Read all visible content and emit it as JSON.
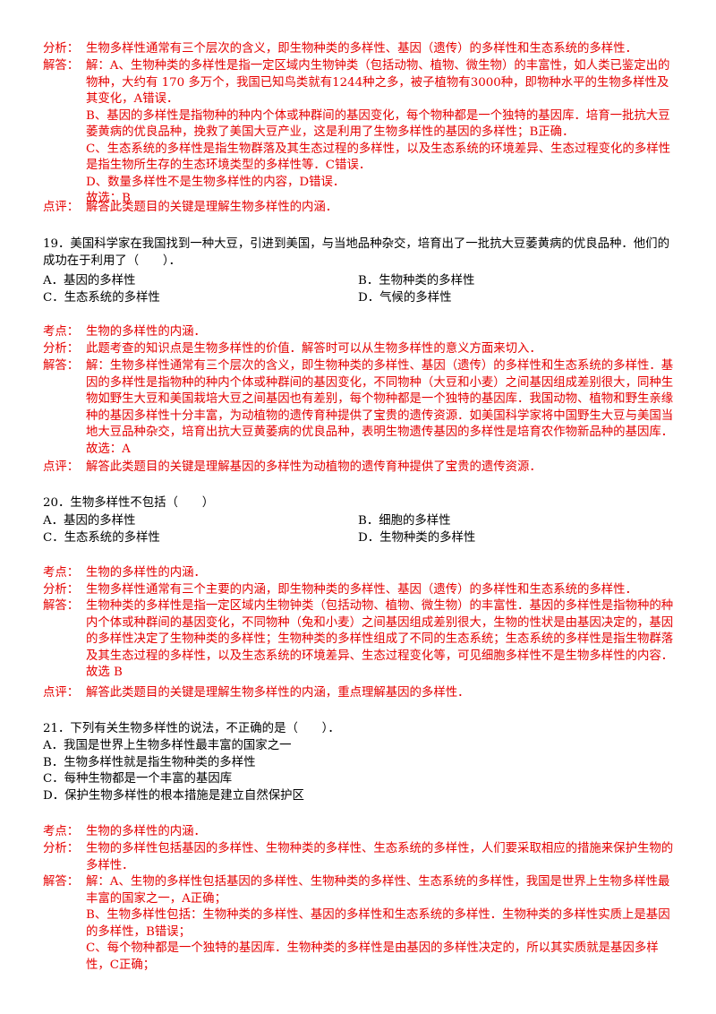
{
  "labels": {
    "analysis": "分析：",
    "answer": "解答：",
    "comment": "点评：",
    "kaodian": "考点："
  },
  "block18": {
    "analysis": "生物多样性通常有三个层次的含义，即生物种类的多样性、基因（遗传）的多样性和生态系统的多样性．",
    "answer": [
      "解：A、生物种类的多样性是指一定区域内生物钟类（包括动物、植物、微生物）的丰富性，如人类已鉴定出的物种，大约有 170 多万个，我国已知鸟类就有1244种之多，被子植物有3000种，即物种水平的生物多样性及其变化，A错误．",
      "B、基因的多样性是指物种的种内个体或种群间的基因变化，每个物种都是一个独特的基因库．培育一批抗大豆萎黄病的优良品种，挽救了美国大豆产业，这是利用了生物多样性的基因的多样性；B正确．",
      "C、生态系统的多样性是指生物群落及其生态过程的多样性，以及生态系统的环境差异、生态过程变化的多样性是指生物所生存的生态环境类型的多样性等．C错误．",
      "D、数量多样性不是生物多样性的内容，D错误．",
      "故选：B"
    ],
    "comment": "解答此类题目的关键是理解生物多样性的内涵．"
  },
  "q19": {
    "stem": "19．美国科学家在我国找到一种大豆，引进到美国，与当地品种杂交，培育出了一批抗大豆萎黄病的优良品种．他们的成功在于利用了（　　）．",
    "options": [
      "A．基因的多样性",
      "B．生物种类的多样性",
      "C．生态系统的多样性",
      "D．气候的多样性"
    ],
    "kaodian": "生物的多样性的内涵．",
    "analysis": "此题考查的知识点是生物多样性的价值．解答时可以从生物多样性的意义方面来切入．",
    "answer": [
      "解：生物多样性通常有三个层次的含义，即生物种类的多样性、基因（遗传）的多样性和生态系统的多样性．基因的多样性是指物种的种内个体或种群间的基因变化，不同物种（大豆和小麦）之间基因组成差别很大，同种生物如野生大豆和美国栽培大豆之间基因也有差别，每个物种都是一个独特的基因库．我国动物、植物和野生亲缘种的基因多样性十分丰富，为动植物的遗传育种提供了宝贵的遗传资源．如美国科学家将中国野生大豆与美国当地大豆品种杂交，培育出抗大豆黄萎病的优良品种，表明生物遗传基因的多样性是培育农作物新品种的基因库．",
      "故选：A"
    ],
    "comment": "解答此类题目的关键是理解基因的多样性为动植物的遗传育种提供了宝贵的遗传资源．"
  },
  "q20": {
    "stem": "20．生物多样性不包括（　　）",
    "options": [
      "A．基因的多样性",
      "B．细胞的多样性",
      "C．生态系统的多样性",
      "D．生物种类的多样性"
    ],
    "kaodian": "生物的多样性的内涵．",
    "analysis": "生物多样性通常有三个主要的内涵，即生物种类的多样性、基因（遗传）的多样性和生态系统的多样性．",
    "answer": [
      "生物种类的多样性是指一定区域内生物钟类（包括动物、植物、微生物）的丰富性．基因的多样性是指物种的种内个体或种群间的基因变化，不同物种（兔和小麦）之间基因组成差别很大，生物的性状是由基因决定的，基因的多样性决定了生物种类的多样性；生物种类的多样性组成了不同的生态系统；生态系统的多样性是指生物群落及其生态过程的多样性，以及生态系统的环境差异、生态过程变化等，可见细胞多样性不是生物多样性的内容．",
      "故选 B"
    ],
    "comment": "解答此类题目的关键是理解生物多样性的内涵，重点理解基因的多样性．"
  },
  "q21": {
    "stem": "21．下列有关生物多样性的说法，不正确的是（　　）．",
    "options": [
      "A．我国是世界上生物多样性最丰富的国家之一",
      "B．生物多样性就是指生物种类的多样性",
      "C．每种生物都是一个丰富的基因库",
      "D．保护生物多样性的根本措施是建立自然保护区"
    ],
    "kaodian": "生物的多样性的内涵．",
    "analysis": "生物的多样性包括基因的多样性、生物种类的多样性、生态系统的多样性，人们要采取相应的措施来保护生物的多样性．",
    "answer": [
      "解：A、生物的多样性包括基因的多样性、生物种类的多样性、生态系统的多样性，我国是世界上生物多样性最丰富的国家之一，A正确；",
      "B、生物多样性包括：生物种类的多样性、基因的多样性和生态系统的多样性．生物种类的多样性实质上是基因的多样性，B错误；",
      "C、每个物种都是一个独特的基因库．生物种类的多样性是由基因的多样性决定的，所以其实质就是基因多样性，C正确；"
    ]
  }
}
